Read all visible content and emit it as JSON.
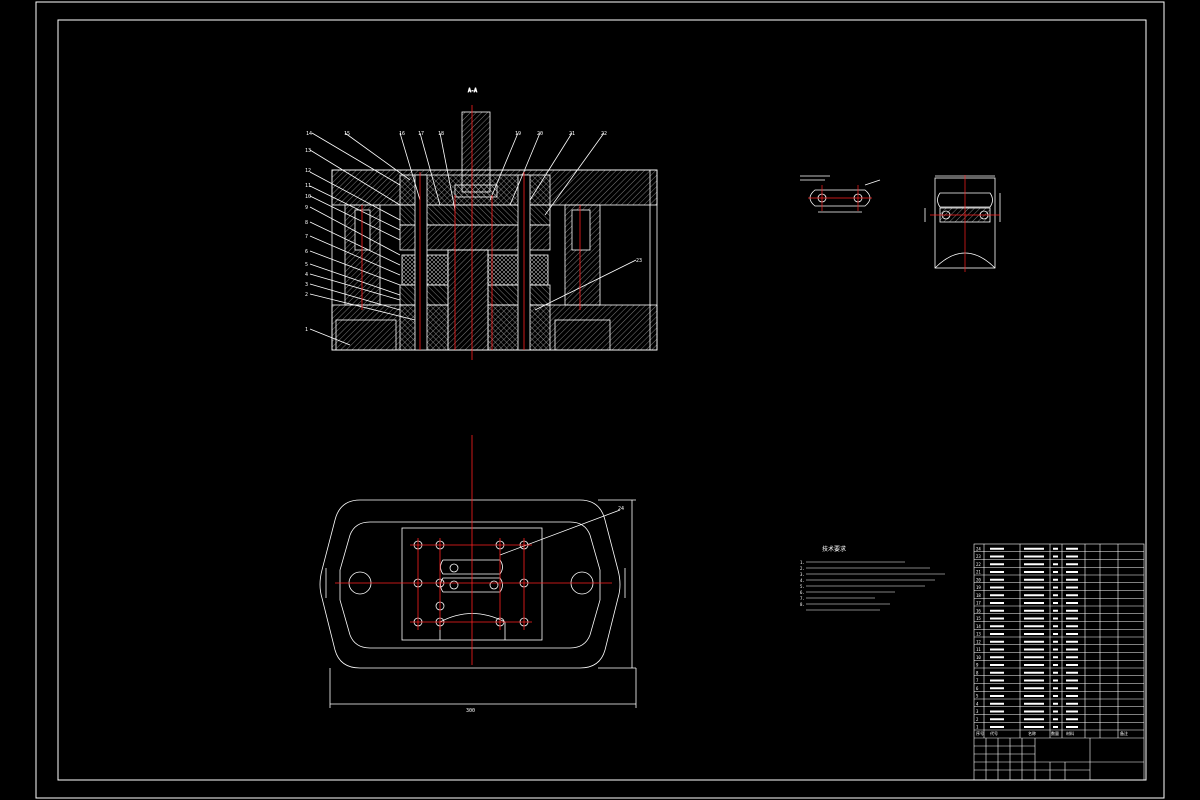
{
  "drawing": {
    "section_label": "A-A",
    "part_numbers_top": [
      "14",
      "15",
      "16",
      "17",
      "18",
      "19",
      "20",
      "21",
      "22"
    ],
    "part_numbers_left": [
      "13",
      "12",
      "11",
      "10",
      "9",
      "8",
      "7",
      "6",
      "5",
      "4",
      "3",
      "2",
      "1"
    ],
    "part_number_right": "23",
    "part_number_plan": "24",
    "overall_width_dim": "300",
    "tech_requirements_title": "技术要求",
    "tech_requirements_lines": [
      "1.",
      "2.",
      "3.",
      "4.",
      "5.",
      "6.",
      "7.",
      "8."
    ]
  },
  "title_block": {
    "parts_list_rows": [
      "24",
      "23",
      "22",
      "21",
      "20",
      "19",
      "18",
      "17",
      "16",
      "15",
      "14",
      "13",
      "12",
      "11",
      "10",
      "9",
      "8",
      "7",
      "6",
      "5",
      "4",
      "3",
      "2",
      "1"
    ],
    "header_labels": [
      "序号",
      "代号",
      "名称",
      "数量",
      "材料",
      "备注"
    ]
  },
  "colors": {
    "background": "#000000",
    "line": "#ffffff",
    "centerline": "#ff2020",
    "hatch": "#cfcfcf"
  }
}
